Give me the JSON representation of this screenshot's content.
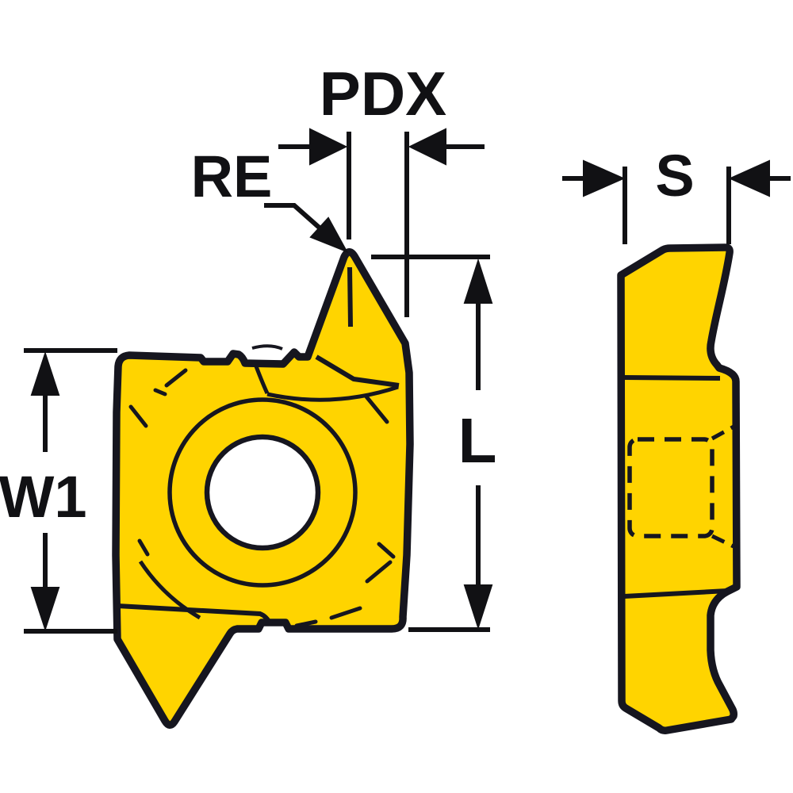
{
  "drawing": {
    "type": "technical-dimension-drawing",
    "subject": "grooving-insert",
    "views": {
      "front_view": "insert front profile with center screw hole",
      "side_view": "insert side profile with hidden hole (dashed)"
    },
    "labels": {
      "pdx": "PDX",
      "re": "RE",
      "s": "S",
      "l": "L",
      "w1": "W1"
    },
    "colors": {
      "insert_fill": "#FFD400",
      "insert_outline": "#16161F",
      "dimension_lines": "#111114",
      "background": "#FFFFFF",
      "hole_fill": "#FFFFFF"
    }
  }
}
